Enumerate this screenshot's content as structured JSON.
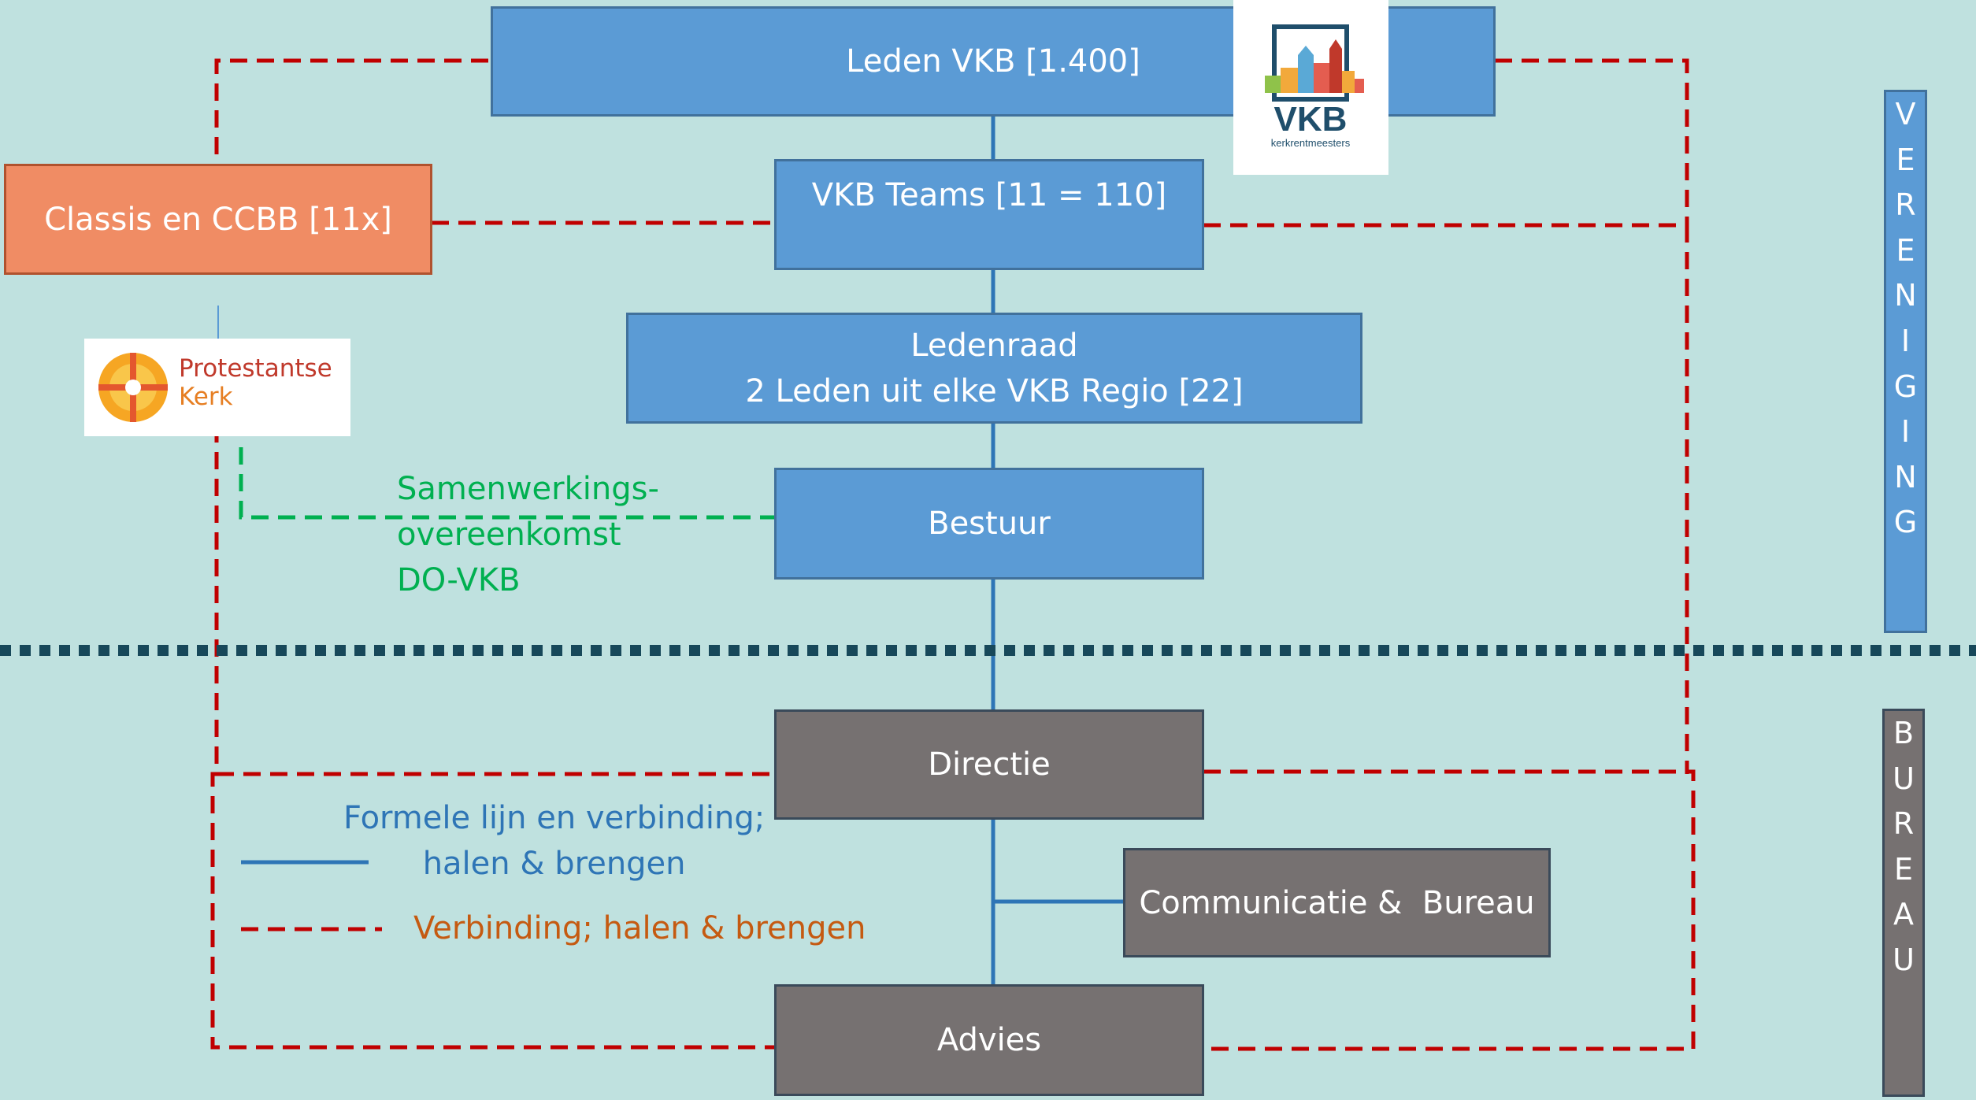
{
  "boxes": {
    "leden": "Leden VKB [1.400]",
    "teams": "VKB Teams [11 = 110]",
    "ledenraad_line1": "Ledenraad",
    "ledenraad_line2": "2 Leden uit elke VKB Regio [22]",
    "bestuur": "Bestuur",
    "classis": "Classis en CCBB [11x]",
    "directie": "Directie",
    "communicatie": "Communicatie &  Bureau",
    "advies": "Advies"
  },
  "side_labels": {
    "vereniging": [
      "V",
      "E",
      "R",
      "E",
      "N",
      "I",
      "G",
      "I",
      "N",
      "G"
    ],
    "bureau": [
      "B",
      "U",
      "R",
      "E",
      "A",
      "U"
    ]
  },
  "agreement": {
    "line1": "Samenwerkings-",
    "line2": "overeenkomst",
    "line3": "DO-VKB"
  },
  "legend": {
    "formal_line1": "Formele lijn en verbinding;",
    "formal_line2": "halen & brengen",
    "dashed": "Verbinding; halen & brengen"
  },
  "logos": {
    "vkb_title": "VKB",
    "vkb_subtitle": "kerkrentmeesters",
    "pkn_line1": "Protestantse",
    "pkn_line2": "Kerk"
  },
  "colors": {
    "background": "#bfe1df",
    "blue_box": "#5b9bd5",
    "grey_box": "#767171",
    "orange_box": "#f08c64",
    "formal_line": "#2e75b6",
    "dashed_red": "#c00000",
    "dashed_green": "#00b050",
    "divider": "#17485a",
    "legend_blue_text": "#2e75b6",
    "legend_orange_text": "#c55a11"
  }
}
